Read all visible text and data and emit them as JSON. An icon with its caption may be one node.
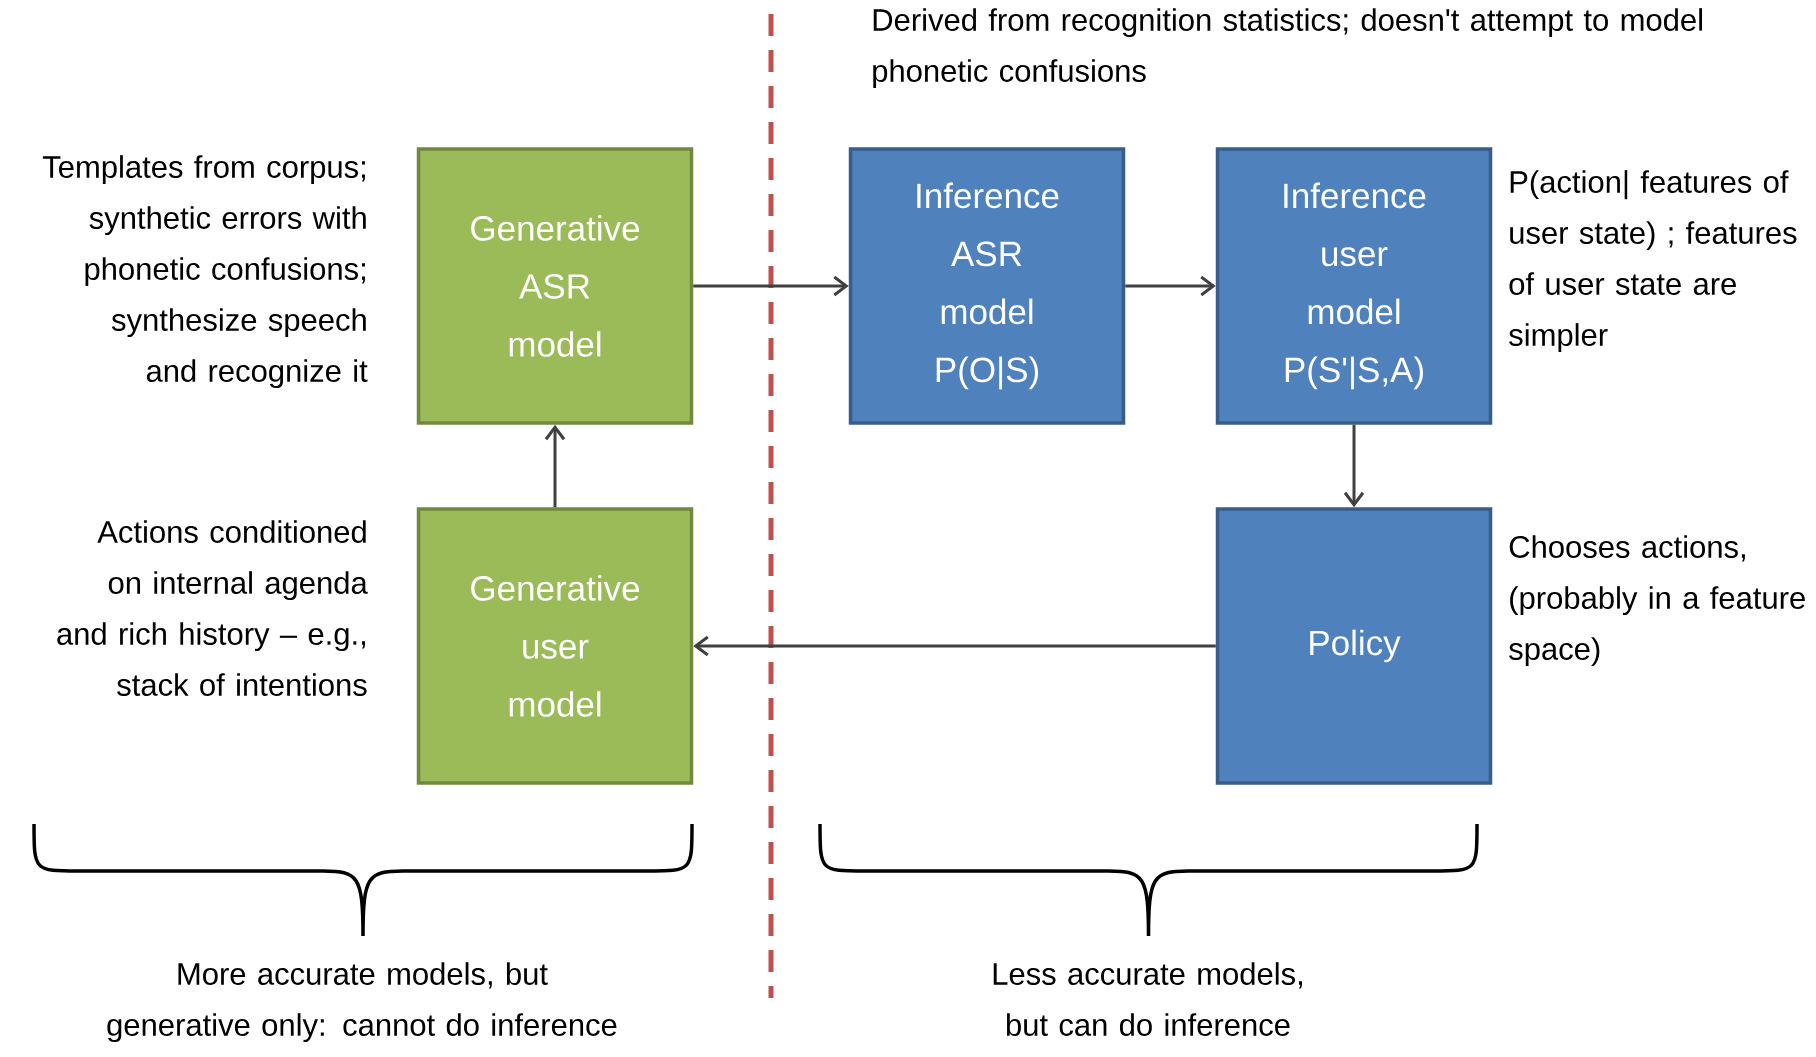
{
  "diagram": {
    "nodes": [
      {
        "text": [
          "Generative ASR model"
        ],
        "beside": [
          "Templates from corpus; synthetic errors with phonetic confusions; synthesize speech and recognize it"
        ]
      },
      {
        "text": [
          "Inference ASR model P(O|S)"
        ],
        "beside": [
          "Derived from recognition statistics; doesn't attempt to model phonetic confusions"
        ]
      },
      {
        "text": [
          "Inference user model P(S'|S,A)"
        ],
        "beside": [
          "P(action| features of user state) ; features of user state are simpler"
        ]
      },
      {
        "text": [
          "Generative user model"
        ],
        "beside": [
          "Actions conditioned on internal agenda and rich history – e.g., stack of intentions"
        ]
      },
      {
        "text": [
          "Policy"
        ],
        "beside": [
          "Chooses actions, (probably in a feature space)"
        ]
      }
    ],
    "edges": [
      {
        "from": 0,
        "to": 1,
        "arrow": "to"
      },
      {
        "from": 1,
        "to": 2,
        "arrow": "to"
      },
      {
        "from": 2,
        "to": 4,
        "arrow": "to"
      },
      {
        "from": 4,
        "to": 3,
        "arrow": "to"
      },
      {
        "from": 3,
        "to": 0,
        "arrow": "to"
      }
    ],
    "labels": [
      "More accurate models, but generative only: cannot do inference",
      "Less accurate models, but can do inference"
    ]
  }
}
